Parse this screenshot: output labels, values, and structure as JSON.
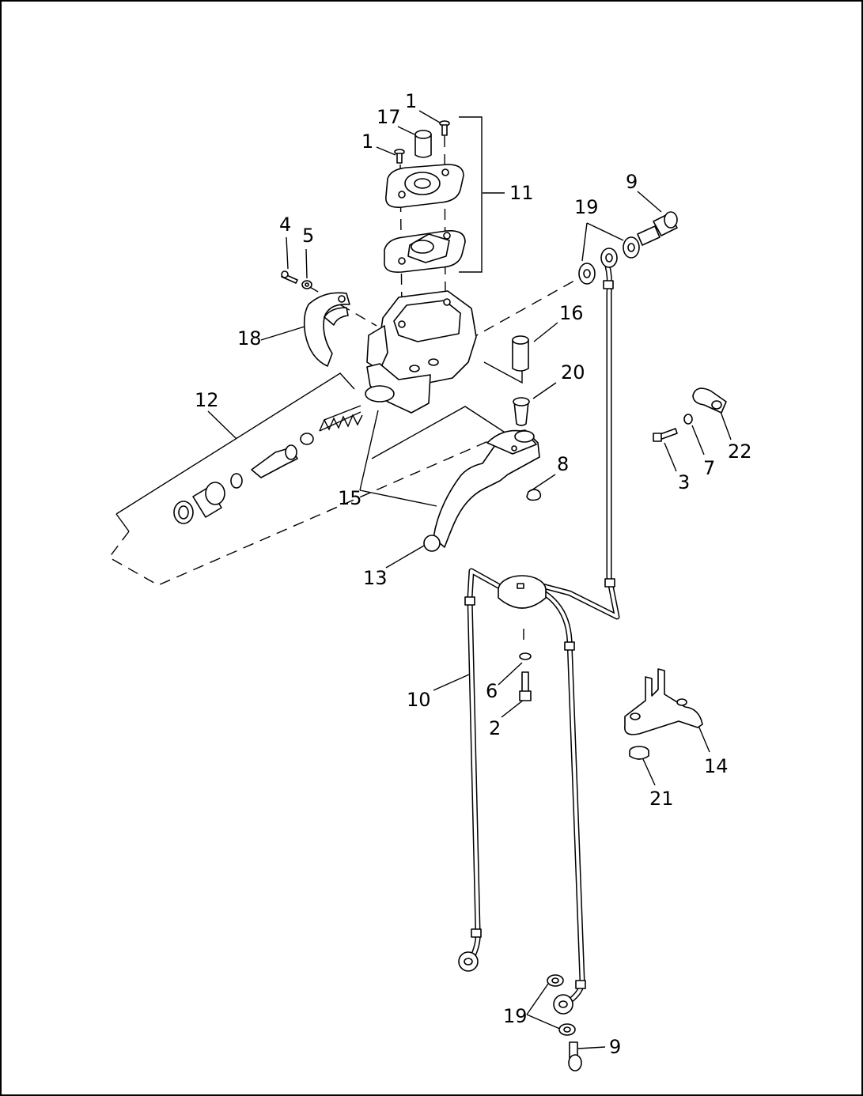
{
  "diagram": {
    "callouts": [
      {
        "id": "c1a",
        "text": "1"
      },
      {
        "id": "c17",
        "text": "17"
      },
      {
        "id": "c1b",
        "text": "1"
      },
      {
        "id": "c11",
        "text": "11"
      },
      {
        "id": "c9a",
        "text": "9"
      },
      {
        "id": "c19a",
        "text": "19"
      },
      {
        "id": "c4",
        "text": "4"
      },
      {
        "id": "c5",
        "text": "5"
      },
      {
        "id": "c16",
        "text": "16"
      },
      {
        "id": "c18",
        "text": "18"
      },
      {
        "id": "c20",
        "text": "20"
      },
      {
        "id": "c12",
        "text": "12"
      },
      {
        "id": "c22",
        "text": "22"
      },
      {
        "id": "c7",
        "text": "7"
      },
      {
        "id": "c3",
        "text": "3"
      },
      {
        "id": "c8",
        "text": "8"
      },
      {
        "id": "c15",
        "text": "15"
      },
      {
        "id": "c13",
        "text": "13"
      },
      {
        "id": "c6",
        "text": "6"
      },
      {
        "id": "c10",
        "text": "10"
      },
      {
        "id": "c2",
        "text": "2"
      },
      {
        "id": "c14",
        "text": "14"
      },
      {
        "id": "c21",
        "text": "21"
      },
      {
        "id": "c19b",
        "text": "19"
      },
      {
        "id": "c9b",
        "text": "9"
      }
    ]
  }
}
